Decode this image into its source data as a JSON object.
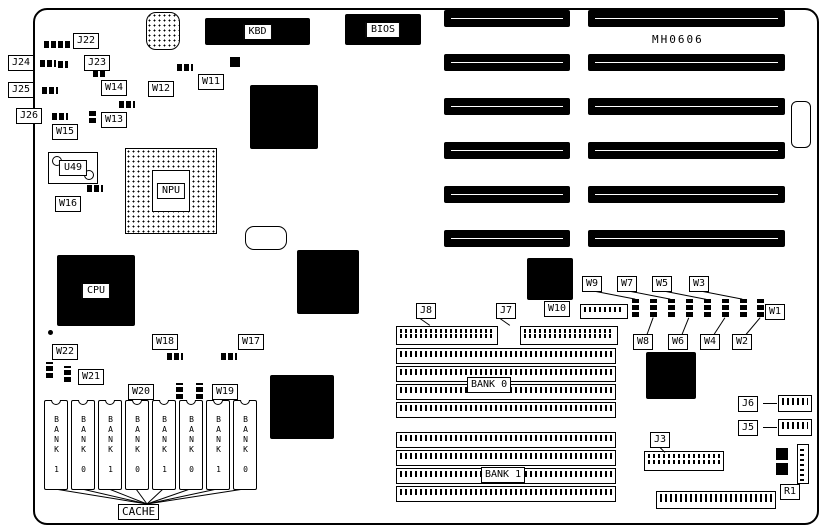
{
  "board": {
    "part_number": "MH0606"
  },
  "chips": {
    "kbd": "KBD",
    "bios": "BIOS",
    "cpu": "CPU",
    "npu": "NPU",
    "u49": "U49"
  },
  "jumpers": {
    "j22": "J22",
    "j23": "J23",
    "j24": "J24",
    "j25": "J25",
    "j26": "J26",
    "w11": "W11",
    "w12": "W12",
    "w13": "W13",
    "w14": "W14",
    "w15": "W15",
    "w16": "W16",
    "w17": "W17",
    "w18": "W18",
    "w19": "W19",
    "w20": "W20",
    "w21": "W21",
    "w22": "W22",
    "w1": "W1",
    "w2": "W2",
    "w3": "W3",
    "w4": "W4",
    "w5": "W5",
    "w6": "W6",
    "w7": "W7",
    "w8": "W8",
    "w9": "W9",
    "w10": "W10"
  },
  "connectors": {
    "j3": "J3",
    "j5": "J5",
    "j6": "J6",
    "j7": "J7",
    "j8": "J8",
    "r1": "R1"
  },
  "memory": {
    "bank0": "BANK 0",
    "bank1": "BANK 1"
  },
  "cache": {
    "label": "CACHE",
    "chips": [
      "BANK 1",
      "BANK 0",
      "BANK 1",
      "BANK 0",
      "BANK 1",
      "BANK 0",
      "BANK 1",
      "BANK 0"
    ]
  }
}
